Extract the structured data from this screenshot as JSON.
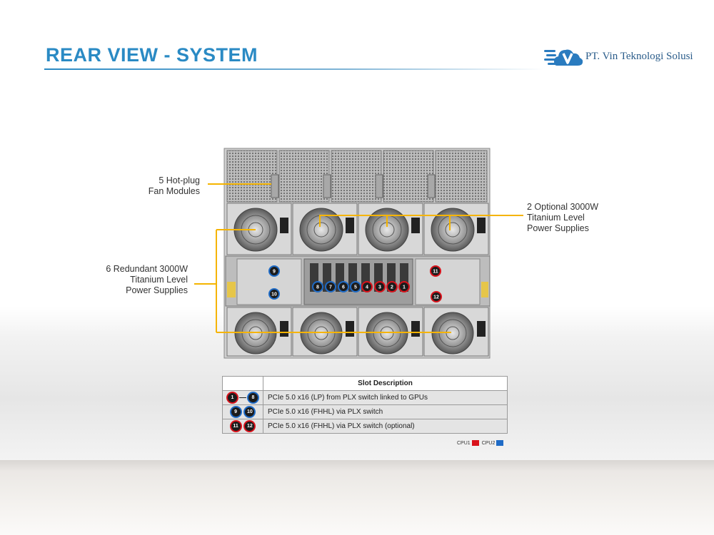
{
  "header": {
    "title": "REAR VIEW - SYSTEM",
    "company": "PT. Vin Teknologi Solusi"
  },
  "callouts": {
    "fans": [
      "5 Hot-plug",
      "Fan Modules"
    ],
    "optional_psu": [
      "2 Optional 3000W",
      "Titanium  Level",
      "Power Supplies"
    ],
    "redundant_psu": [
      "6 Redundant  3000W",
      "Titanium  Level",
      "Power Supplies"
    ]
  },
  "slots": {
    "gpu_left": [
      "8",
      "7",
      "6",
      "5"
    ],
    "gpu_right": [
      "4",
      "3",
      "2",
      "1"
    ],
    "left_slots": [
      "9",
      "10"
    ],
    "right_slots": [
      "11",
      "12"
    ]
  },
  "table": {
    "header": "Slot  Description",
    "rows": [
      {
        "icon_a": "1",
        "icon_b": "8",
        "desc": "PCIe 5.0 x16 (LP) from PLX switch linked to GPUs"
      },
      {
        "icon_a": "9",
        "icon_b": "10",
        "desc": "PCIe 5.0 x16 (FHHL)  via PLX switch"
      },
      {
        "icon_a": "11",
        "icon_b": "12",
        "desc": "PCIe 5.0 x16 (FHHL)  via PLX switch (optional)"
      }
    ]
  },
  "legend": {
    "cpu1": "CPU1",
    "cpu2": "CPU2"
  },
  "colors": {
    "title": "#2a8ac4",
    "leader": "#f5b400",
    "cpu1": "#d9121b",
    "cpu2": "#1f6bc6"
  }
}
